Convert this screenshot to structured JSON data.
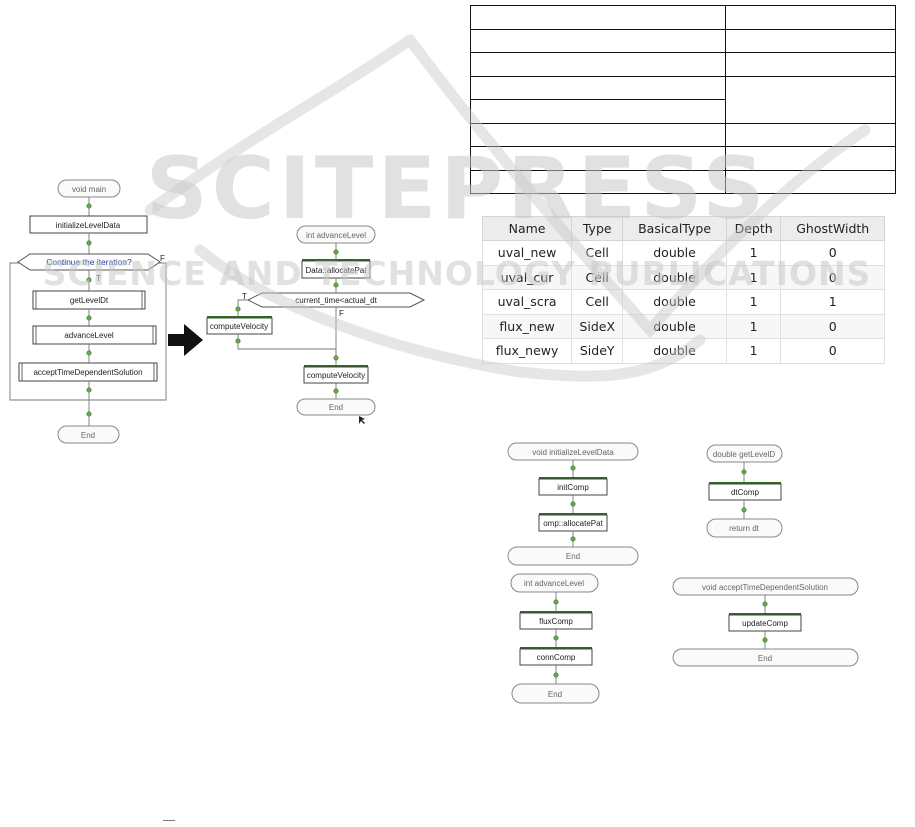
{
  "empty_table": {
    "rows": 8,
    "cols": 2,
    "merged_right_rows": [
      3,
      4
    ]
  },
  "vars_table": {
    "headers": [
      "Name",
      "Type",
      "BasicalType",
      "Depth",
      "GhostWidth"
    ],
    "rows": [
      [
        "uval_new",
        "Cell",
        "double",
        "1",
        "0"
      ],
      [
        "uval_cur",
        "Cell",
        "double",
        "1",
        "0"
      ],
      [
        "uval_scra",
        "Cell",
        "double",
        "1",
        "1"
      ],
      [
        "flux_new",
        "SideX",
        "double",
        "1",
        "0"
      ],
      [
        "flux_newy",
        "SideY",
        "double",
        "1",
        "0"
      ]
    ]
  },
  "flow_main": {
    "start": "void main",
    "init": "initializeLevelData",
    "decision": "Continue the iteration?",
    "true_label": "T",
    "false_label": "F",
    "step1": "getLevelDt",
    "step2": "advanceLevel",
    "step3": "acceptTimeDependentSolution",
    "end": "End"
  },
  "flow_advance_detail": {
    "start": "int advanceLevel",
    "alloc": "Data::allocatePat",
    "decision": "current_time<actual_dt",
    "true_label": "T",
    "false_label": "F",
    "loop_step": "computeVelocity",
    "after_step": "computeVelocity",
    "end": "End"
  },
  "flow_init": {
    "start": "void initializeLevelData",
    "step1": "initComp",
    "step2": "omp::allocatePat",
    "end": "End"
  },
  "flow_dt": {
    "start": "double getLevelD",
    "step1": "dtComp",
    "end": "return dt"
  },
  "flow_advance": {
    "start": "int advanceLevel",
    "step1": "fluxComp",
    "step2": "connComp",
    "end": "End"
  },
  "flow_accept": {
    "start": "void acceptTimeDependentSolution",
    "step1": "updateComp",
    "end": "End"
  },
  "watermark": {
    "line1": "SCITEPRESS",
    "line2": "SCIENCE AND TECHNOLOGY PUBLICATIONS",
    "color": "#c8c8c8"
  },
  "footer_mark": "—",
  "colors": {
    "bar": "#2e6b1c",
    "node": "#6aa84f",
    "decision_text": "#1a3a9a"
  }
}
